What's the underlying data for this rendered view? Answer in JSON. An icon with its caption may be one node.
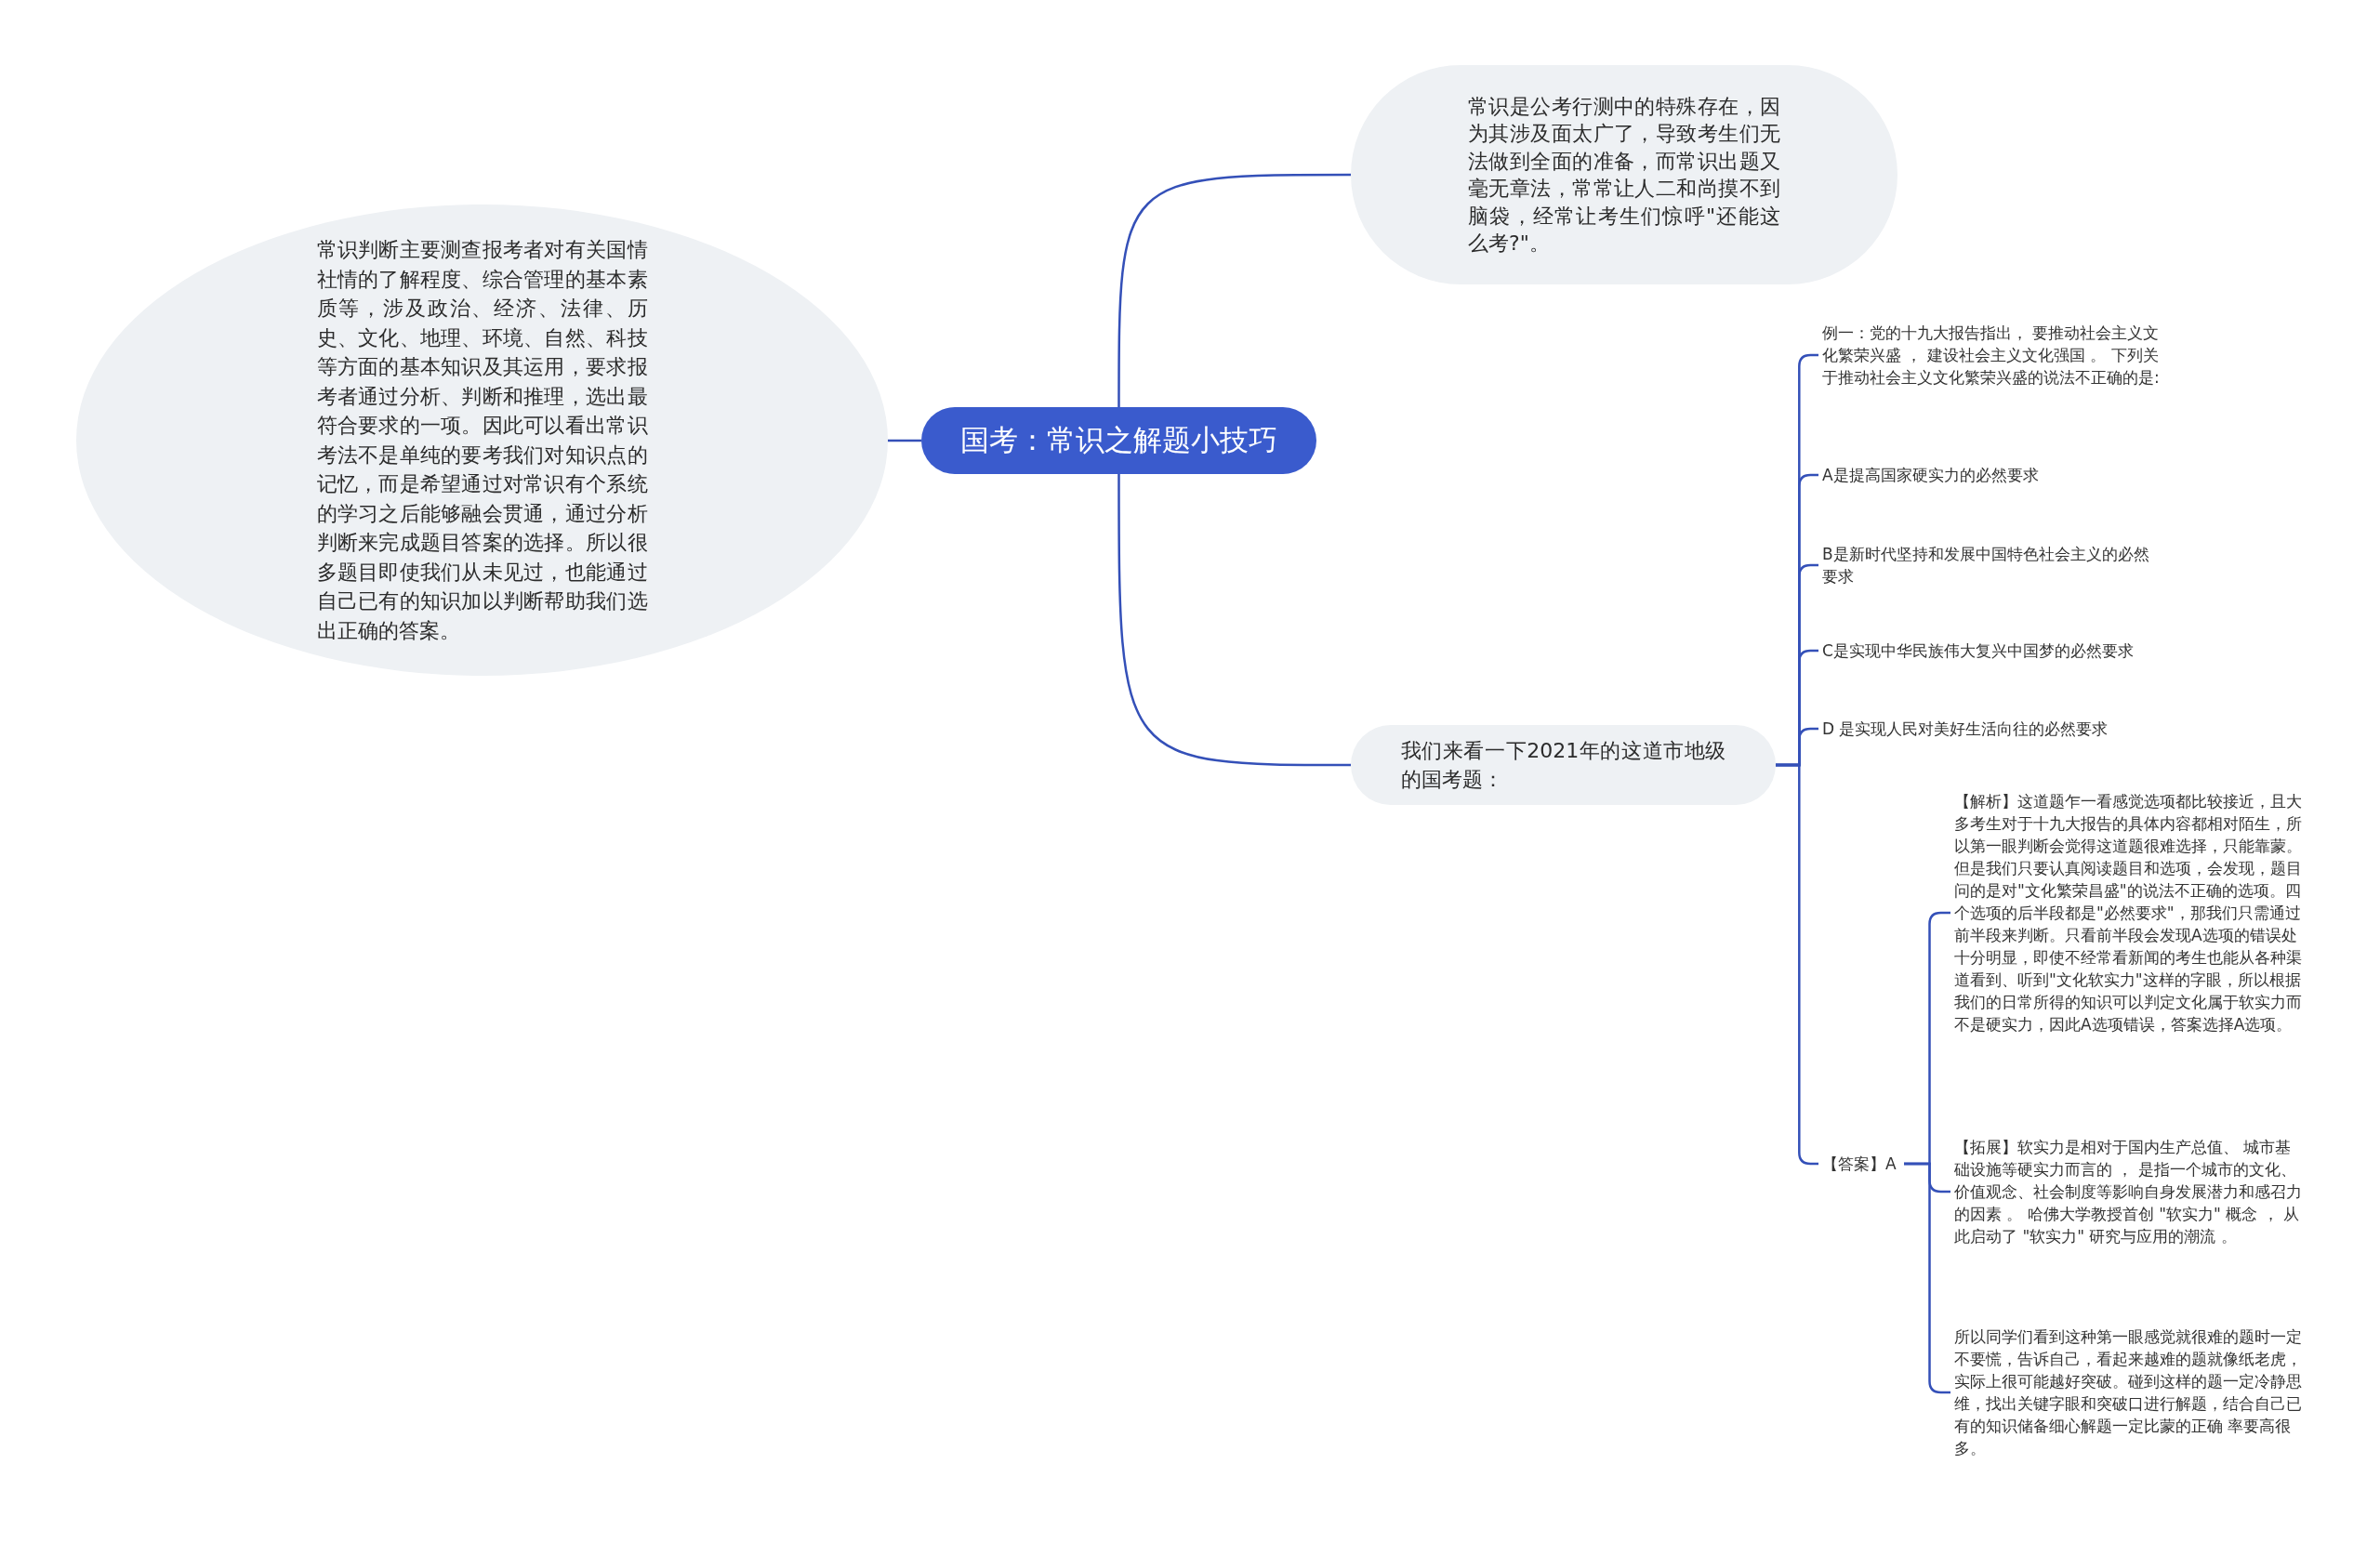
{
  "diagram": {
    "nodes": [
      {
        "text": [
          "国考：常识之解题小技巧"
        ]
      },
      {
        "text": [
          "常识判断主要测查报考者对有关国情社情的了解程度、综合管理的基本素质等，涉及政治、经济、法律、历史、文化、地理、环境、自然、科技等方面的基本知识及其运用，要求报考者通过分析、判断和推理，选出最符合要求的一项。因此可以看出常识考法不是单纯的要考我们对知识点的记忆，而是希望通过对常识有个系统的学习之后能够融会贯通，通过分析判断来完成题目答案的选择。所以很多题目即使我们从未见过，也能通过自己已有的知识加以判断帮助我们选出正确的答案。"
        ]
      },
      {
        "text": [
          "常识是公考行测中的特殊存在，因为其涉及面太广了，导致考生们无法做到全面的准备，而常识出题又毫无章法，常常让人二和尚摸不到脑袋，经常让考生们惊呼\"还能这么考?\"。"
        ]
      },
      {
        "text": [
          "我们来看一下2021年的这道市地级的国考题："
        ]
      },
      {
        "text": [
          "例一：党的十九大报告指出， 要推动社会主义文化繁荣兴盛 ， 建设社会主义文化强国 。 下列关于推动社会主义文化繁荣兴盛的说法不正确的是:"
        ]
      },
      {
        "text": [
          "A是提高国家硬实力的必然要求"
        ]
      },
      {
        "text": [
          "B是新时代坚持和发展中国特色社会主义的必然要求"
        ]
      },
      {
        "text": [
          "C是实现中华民族伟大复兴中国梦的必然要求"
        ]
      },
      {
        "text": [
          "D 是实现人民对美好生活向往的必然要求"
        ]
      },
      {
        "text": [
          "【答案】A"
        ]
      },
      {
        "text": [
          "【解析】这道题乍一看感觉选项都比较接近，且大多考生对于十九大报告的具体内容都相对陌生，所以第一眼判断会觉得这道题很难选择，只能靠蒙。但是我们只要认真阅读题目和选项，会发现，题目问的是对\"文化繁荣昌盛\"的说法不正确的选项。四个选项的后半段都是\"必然要求\"，那我们只需通过前半段来判断。只看前半段会发现A选项的错误处十分明显，即使不经常看新闻的考生也能从各种渠道看到、听到\"文化软实力\"这样的字眼，所以根据我们的日常所得的知识可以判定文化属于软实力而不是硬实力，因此A选项错误，答案选择A选项。"
        ]
      },
      {
        "text": [
          "【拓展】软实力是相对于国内生产总值、 城市基础设施等硬实力而言的 ， 是指一个城市的文化、价值观念、社会制度等影响自身发展潜力和感召力的因素 。 哈佛大学教授首创 \"软实力\" 概念 ， 从此启动了 \"软实力\" 研究与应用的潮流 。"
        ]
      },
      {
        "text": [
          "所以同学们看到这种第一眼感觉就很难的题时一定不要慌，告诉自己，看起来越难的题就像纸老虎，实际上很可能越好突破。碰到这样的题一定冷静思维，找出关键字眼和突破口进行解题，结合自己已有的知识储备细心解题一定比蒙的正确 率要高很多。"
        ]
      }
    ],
    "edges": [
      {
        "from": 0,
        "to": 1,
        "arrow": "none"
      },
      {
        "from": 0,
        "to": 2,
        "arrow": "none"
      },
      {
        "from": 0,
        "to": 3,
        "arrow": "none"
      },
      {
        "from": 3,
        "to": 4,
        "arrow": "none"
      },
      {
        "from": 3,
        "to": 5,
        "arrow": "none"
      },
      {
        "from": 3,
        "to": 6,
        "arrow": "none"
      },
      {
        "from": 3,
        "to": 7,
        "arrow": "none"
      },
      {
        "from": 3,
        "to": 8,
        "arrow": "none"
      },
      {
        "from": 3,
        "to": 9,
        "arrow": "none"
      },
      {
        "from": 9,
        "to": 10,
        "arrow": "none"
      },
      {
        "from": 9,
        "to": 11,
        "arrow": "none"
      },
      {
        "from": 9,
        "to": 12,
        "arrow": "none"
      }
    ]
  }
}
